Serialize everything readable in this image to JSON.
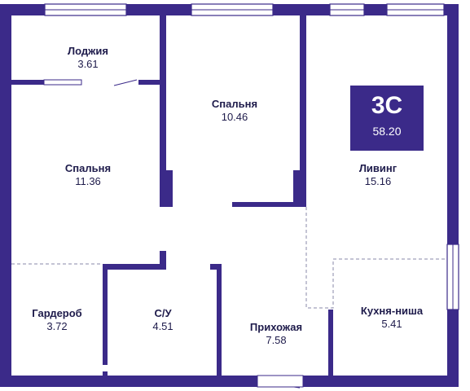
{
  "apartment": {
    "type": "3С",
    "area": "58.20",
    "accent_color": "#3b2a89",
    "wall_color": "#3b2a89"
  },
  "rooms": [
    {
      "id": "loggia",
      "name": "Лоджия",
      "area": "3.61"
    },
    {
      "id": "bedroom1",
      "name": "Спальня",
      "area": "10.46"
    },
    {
      "id": "bedroom2",
      "name": "Спальня",
      "area": "11.36"
    },
    {
      "id": "living",
      "name": "Ливинг",
      "area": "15.16"
    },
    {
      "id": "wardrobe",
      "name": "Гардероб",
      "area": "3.72"
    },
    {
      "id": "bathroom",
      "name": "С/У",
      "area": "4.51"
    },
    {
      "id": "hallway",
      "name": "Прихожая",
      "area": "7.58"
    },
    {
      "id": "kitchen",
      "name": "Кухня-ниша",
      "area": "5.41"
    }
  ]
}
